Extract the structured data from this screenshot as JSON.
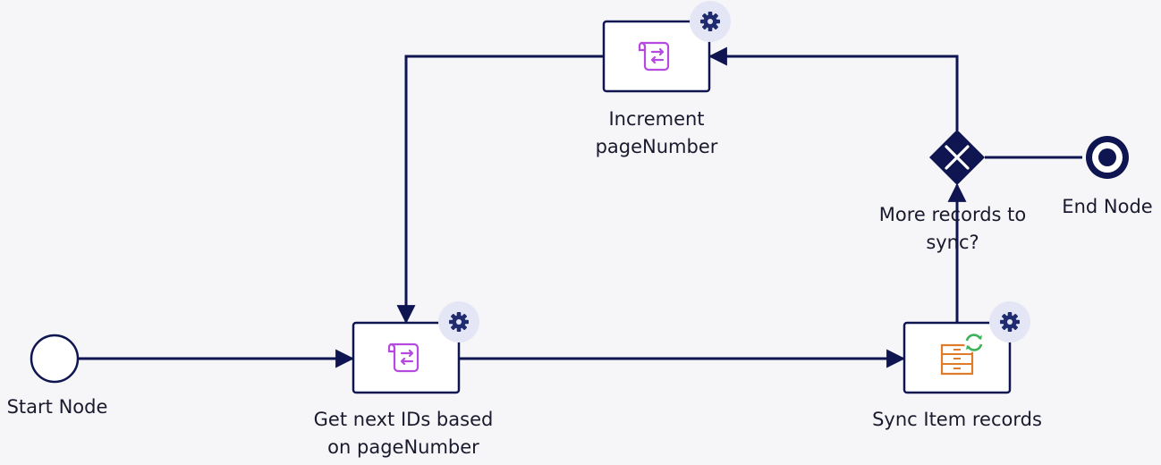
{
  "nodes": {
    "start": {
      "label": "Start Node"
    },
    "get_ids": {
      "label_lines": [
        "Get next IDs based",
        "on pageNumber"
      ],
      "icon": "script-task-icon"
    },
    "increment": {
      "label_lines": [
        "Increment",
        "pageNumber"
      ],
      "icon": "script-task-icon"
    },
    "sync": {
      "label": "Sync Item records",
      "icon": "sync-records-icon"
    },
    "gateway": {
      "label_lines": [
        "More records to",
        "sync?"
      ],
      "icon": "xor-gateway-icon"
    },
    "end": {
      "label": "End Node"
    }
  },
  "colors": {
    "canvas": "#f6f6f9",
    "line": "#0e1550",
    "node_border": "#0e1550",
    "script_icon": "#b54ae0",
    "sync_icon": "#e07b2a",
    "sync_badge": "#3db35a",
    "settings_bg": "#e4e6f6",
    "settings_gear": "#1f2b6e"
  }
}
